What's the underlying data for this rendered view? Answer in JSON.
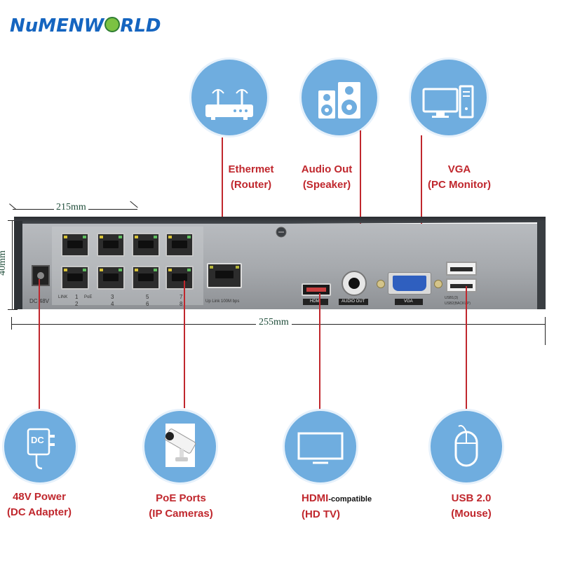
{
  "logo": {
    "text_pre": "NuMENW",
    "text_post": "RLD"
  },
  "dimensions": {
    "width_top": "215mm",
    "height": "40mm",
    "width_front": "255mm"
  },
  "device": {
    "dc_label": "DC 48V",
    "poe_link": "LINK",
    "poe_pwr": "PoE",
    "poe_numbers_top": [
      "1",
      "3",
      "5",
      "7"
    ],
    "poe_numbers_bottom": [
      "2",
      "4",
      "6",
      "8"
    ],
    "uplink_label": "Up Link 100M bps",
    "hdmi_label": "HDMI",
    "audio_label": "AUDIO OUT",
    "vga_label": "VGA",
    "usb_label_1": "USB1(3)",
    "usb_label_2": "USB2(BACKUP)"
  },
  "callouts_top": [
    {
      "icon": "router-icon",
      "line1": "Ethermet",
      "line2": "(Router)"
    },
    {
      "icon": "speaker-icon",
      "line1": "Audio Out",
      "line2": "(Speaker)"
    },
    {
      "icon": "monitor-icon",
      "line1": "VGA",
      "line2": "(PC Monitor)"
    }
  ],
  "callouts_bottom": [
    {
      "icon": "dc-adapter-icon",
      "line1": "48V Power",
      "line2": "(DC Adapter)",
      "icon_text": "DC"
    },
    {
      "icon": "ip-camera-icon",
      "line1": "PoE Ports",
      "line2": "(IP Cameras)"
    },
    {
      "icon": "tv-icon",
      "line1": "HDMI",
      "line1_suffix": "-compatible",
      "line2": "(HD TV)"
    },
    {
      "icon": "mouse-icon",
      "line1": "USB 2.0",
      "line2": "(Mouse)"
    }
  ],
  "colors": {
    "circle": "#6faddf",
    "label_red": "#c0272d",
    "brand_blue": "#1565c0",
    "globe_green": "#7cc242"
  }
}
